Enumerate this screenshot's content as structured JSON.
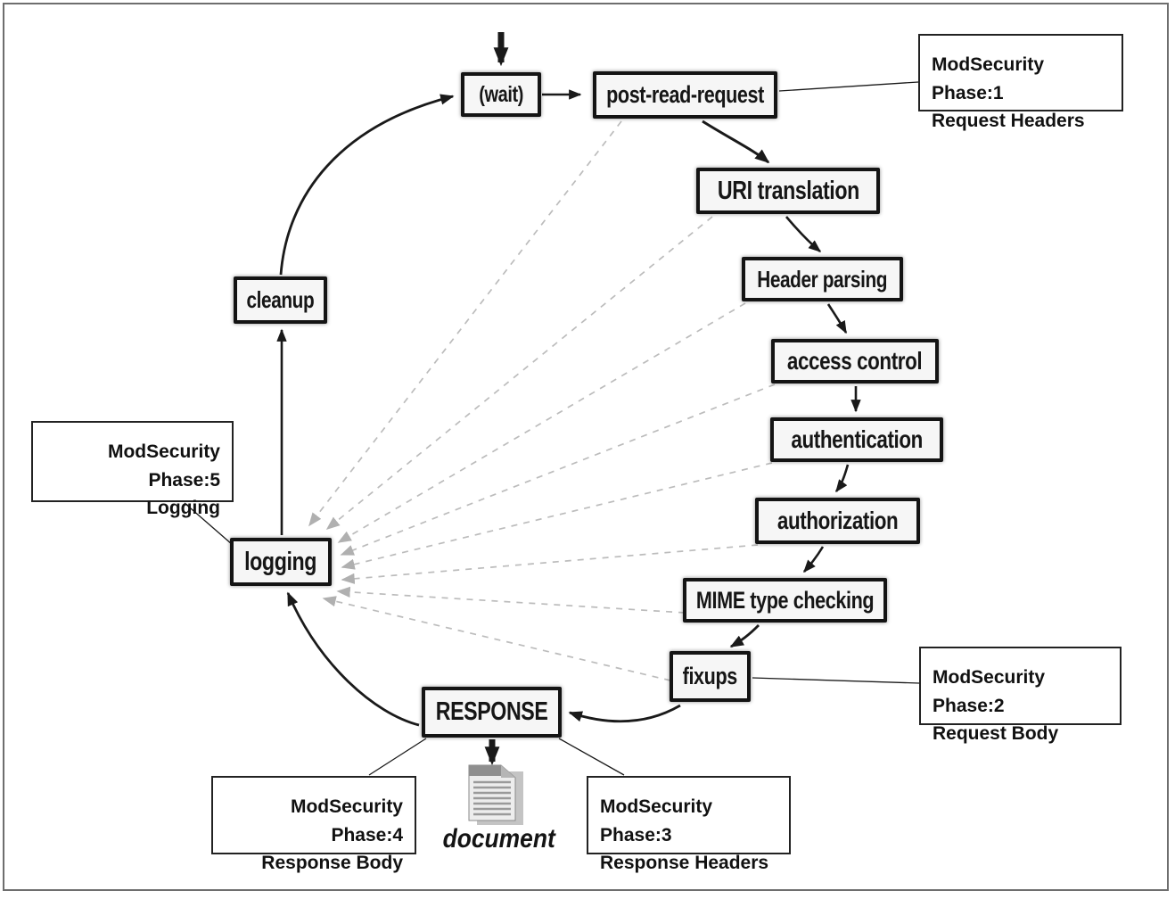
{
  "stages": {
    "wait": "(wait)",
    "post_read_request": "post-read-request",
    "uri_translation": "URI translation",
    "header_parsing": "Header parsing",
    "access_control": "access control",
    "authentication": "authentication",
    "authorization": "authorization",
    "mime_type_checking": "MIME type checking",
    "fixups": "fixups",
    "response": "RESPONSE",
    "logging": "logging",
    "cleanup": "cleanup"
  },
  "annotations": {
    "phase1": {
      "line1": "ModSecurity Phase:1",
      "line2": "Request Headers"
    },
    "phase2": {
      "line1": "ModSecurity Phase:2",
      "line2": "Request Body"
    },
    "phase3": {
      "line1": "ModSecurity Phase:3",
      "line2": "Response Headers"
    },
    "phase4": {
      "line1": "ModSecurity Phase:4",
      "line2": "Response Body"
    },
    "phase5": {
      "line1": "ModSecurity Phase:5",
      "line2": "Logging"
    }
  },
  "document_label": "document",
  "colors": {
    "stage_fill": "#f6f6f6",
    "stage_border": "#141414",
    "arrow": "#1a1a1a",
    "dashed_line": "#bcbcbc",
    "dashed_arrowhead": "#b0b0b0",
    "frame_border": "#6e6e6e",
    "doc_page": "#ededed",
    "doc_band": "#8f8f8f",
    "doc_shadow": "#c4c4c4"
  }
}
